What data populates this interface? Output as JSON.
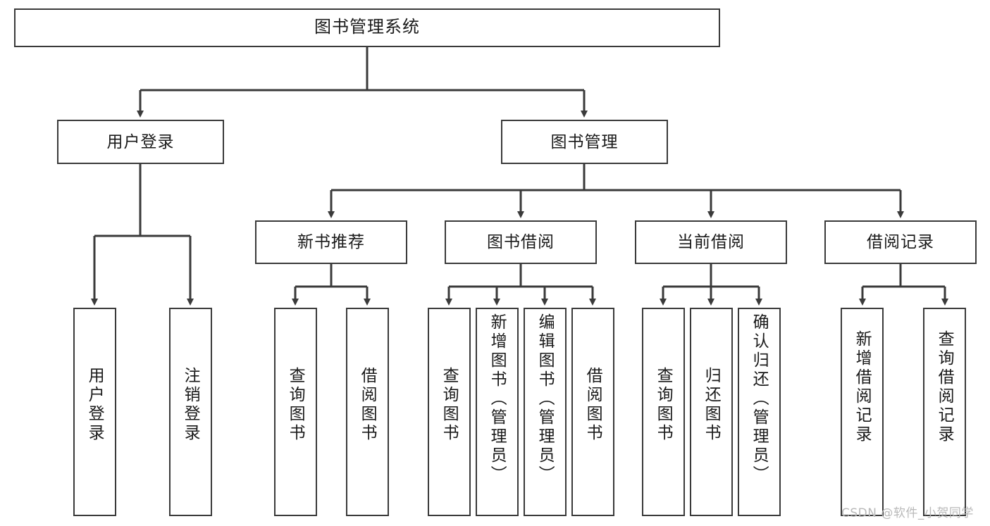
{
  "diagram": {
    "title": "图书管理系统",
    "type": "hierarchy-tree",
    "watermark": "CSDN @软件_小贺同学",
    "colors": {
      "box_border": "#3a3a3a",
      "connector": "#3a3a3a",
      "background": "#ffffff",
      "text": "#1a1a1a",
      "watermark": "#b9b9b9"
    },
    "levels": {
      "root": {
        "label": "图书管理系统"
      },
      "level2": [
        {
          "id": "user-login",
          "label": "用户登录"
        },
        {
          "id": "book-management",
          "label": "图书管理"
        }
      ],
      "level3": [
        {
          "id": "new-book-recommend",
          "label": "新书推荐",
          "parent": "book-management"
        },
        {
          "id": "book-borrow",
          "label": "图书借阅",
          "parent": "book-management"
        },
        {
          "id": "current-borrow",
          "label": "当前借阅",
          "parent": "book-management"
        },
        {
          "id": "borrow-record",
          "label": "借阅记录",
          "parent": "book-management"
        }
      ],
      "leaves": [
        {
          "id": "leaf-user-login",
          "label": "用户登录",
          "parent": "user-login"
        },
        {
          "id": "leaf-logout",
          "label": "注销登录",
          "parent": "user-login"
        },
        {
          "id": "leaf-query-book-1",
          "label": "查询图书",
          "parent": "new-book-recommend"
        },
        {
          "id": "leaf-borrow-book-1",
          "label": "借阅图书",
          "parent": "new-book-recommend"
        },
        {
          "id": "leaf-query-book-2",
          "label": "查询图书",
          "parent": "book-borrow"
        },
        {
          "id": "leaf-add-book",
          "label": "新增图书（管理员）",
          "parent": "book-borrow"
        },
        {
          "id": "leaf-edit-book",
          "label": "编辑图书（管理员）",
          "parent": "book-borrow"
        },
        {
          "id": "leaf-borrow-book-2",
          "label": "借阅图书",
          "parent": "book-borrow"
        },
        {
          "id": "leaf-query-book-3",
          "label": "查询图书",
          "parent": "current-borrow"
        },
        {
          "id": "leaf-return-book",
          "label": "归还图书",
          "parent": "current-borrow"
        },
        {
          "id": "leaf-confirm-return",
          "label": "确认归还（管理员）",
          "parent": "current-borrow"
        },
        {
          "id": "leaf-add-record",
          "label": "新增借阅记录",
          "parent": "borrow-record"
        },
        {
          "id": "leaf-query-record",
          "label": "查询借阅记录",
          "parent": "borrow-record"
        }
      ]
    }
  }
}
